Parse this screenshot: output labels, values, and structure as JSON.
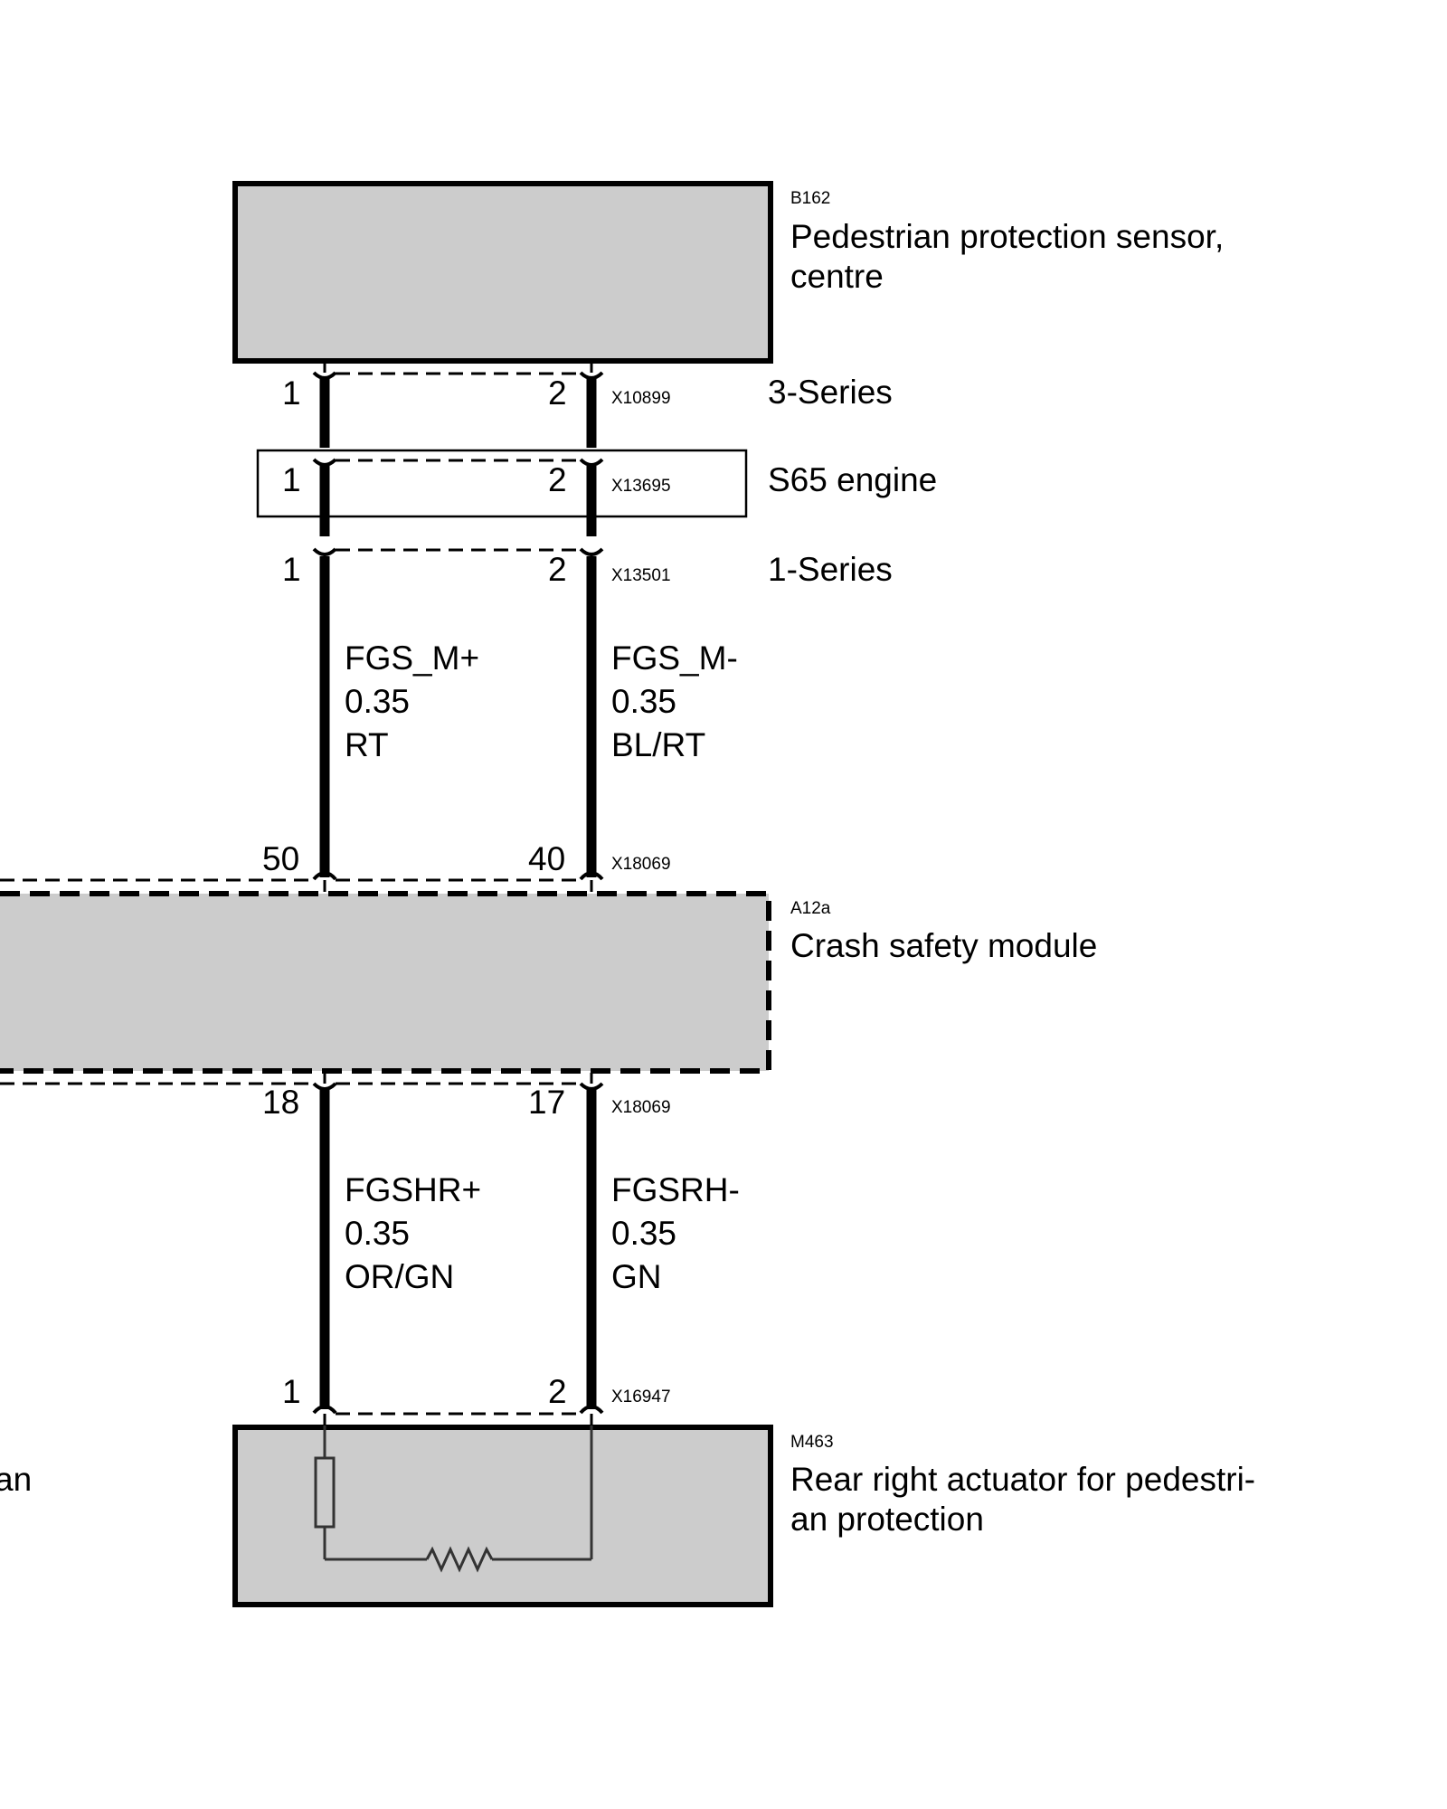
{
  "components": {
    "b162": {
      "code": "B162",
      "name_line1": "Pedestrian protection sensor,",
      "name_line2": "centre"
    },
    "a12a": {
      "code": "A12a",
      "name": "Crash safety module"
    },
    "m463": {
      "code": "M463",
      "name_line1": "Rear right actuator for pedestri-",
      "name_line2": "an protection"
    }
  },
  "connectors": {
    "x10899": {
      "code": "X10899",
      "variant": "3-Series",
      "pin_left": "1",
      "pin_right": "2"
    },
    "x13695": {
      "code": "X13695",
      "variant": "S65 engine",
      "pin_left": "1",
      "pin_right": "2"
    },
    "x13501": {
      "code": "X13501",
      "variant": "1-Series",
      "pin_left": "1",
      "pin_right": "2"
    },
    "x18069_top": {
      "code": "X18069",
      "pin_left": "50",
      "pin_right": "40"
    },
    "x18069_bottom": {
      "code": "X18069",
      "pin_left": "18",
      "pin_right": "17"
    },
    "x16947": {
      "code": "X16947",
      "pin_left": "1",
      "pin_right": "2"
    }
  },
  "wires": {
    "upper_left": {
      "signal": "FGS_M+",
      "gauge": "0.35",
      "color": "RT"
    },
    "upper_right": {
      "signal": "FGS_M-",
      "gauge": "0.35",
      "color": "BL/RT"
    },
    "lower_left": {
      "signal": "FGSHR+",
      "gauge": "0.35",
      "color": "OR/GN"
    },
    "lower_right": {
      "signal": "FGSRH-",
      "gauge": "0.35",
      "color": "GN"
    }
  },
  "cut_text": {
    "left_fragment": "an"
  },
  "colors": {
    "box_fill": "#cccccc",
    "line": "#000000",
    "background": "#ffffff"
  }
}
